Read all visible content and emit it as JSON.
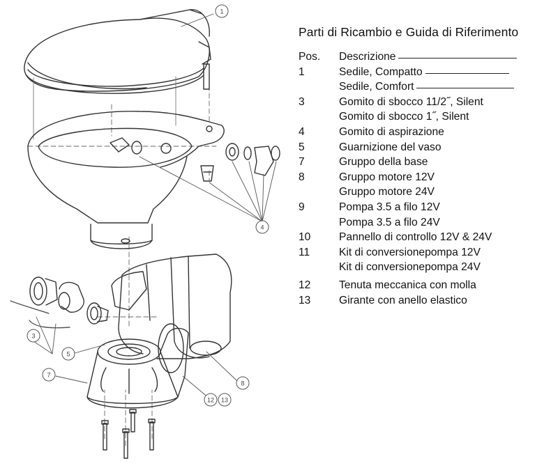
{
  "title": "Parti di Ricambio e Guida di Riferimento",
  "header": {
    "pos": "Pos.",
    "desc": "Descrizione"
  },
  "parts": [
    {
      "pos": "1",
      "desc": "Sedile, Compatto"
    },
    {
      "pos": "",
      "desc": "Sedile, Comfort"
    },
    {
      "pos": "3",
      "desc": "Gomito di sbocco 11/2˝, Silent"
    },
    {
      "pos": "",
      "desc": "Gomito di sbocco 1˝, Silent"
    },
    {
      "pos": "4",
      "desc": "Gomito di aspirazione"
    },
    {
      "pos": "5",
      "desc": "Guarnizione del vaso"
    },
    {
      "pos": "7",
      "desc": "Gruppo della base"
    },
    {
      "pos": "8",
      "desc": "Gruppo motore 12V"
    },
    {
      "pos": "",
      "desc": "Gruppo motore 24V"
    },
    {
      "pos": "9",
      "desc": "Pompa 3.5 a filo 12V"
    },
    {
      "pos": "",
      "desc": "Pompa 3.5 a filo 24V"
    },
    {
      "pos": "10",
      "desc": "Pannello di controllo 12V & 24V"
    },
    {
      "pos": "11",
      "desc": "Kit di conversionepompa 12V"
    },
    {
      "pos": "",
      "desc": "Kit di conversionepompa 24V"
    },
    {
      "pos": "12",
      "desc": "Tenuta meccanica con molla"
    },
    {
      "pos": "13",
      "desc": "Girante con anello elastico"
    }
  ],
  "callouts": [
    "1",
    "3",
    "4",
    "5",
    "7",
    "8",
    "12",
    "13"
  ],
  "colors": {
    "line": "#333333",
    "callout": "#555555",
    "background": "#ffffff"
  }
}
